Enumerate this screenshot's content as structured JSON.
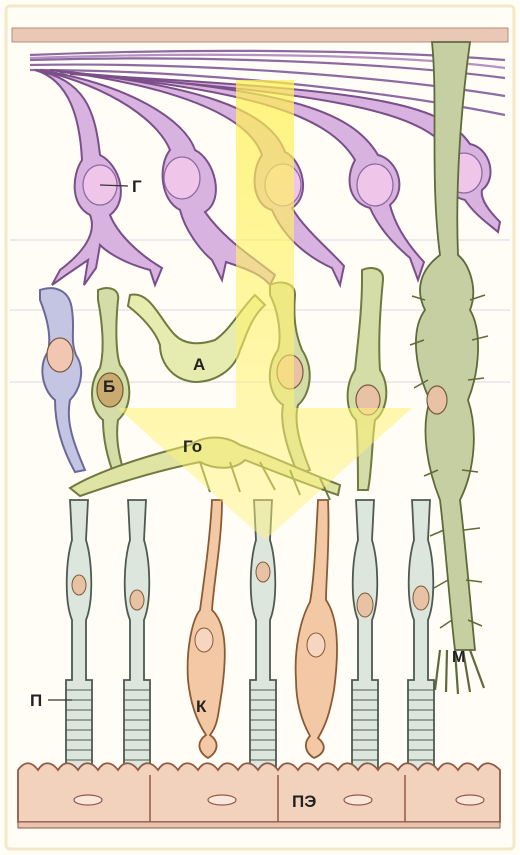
{
  "labels": {
    "ganglion": "Г",
    "amacrine": "А",
    "bipolar": "Б",
    "horizontal": "Го",
    "cone": "К",
    "rod": "П",
    "muller": "М",
    "pigment_epithelium": "ПЭ"
  },
  "colors": {
    "background": "#fffdf5",
    "page_border": "#f5ecd0",
    "top_membrane": "#e8c8b4",
    "ganglion_fill": "#d9b3df",
    "ganglion_stroke": "#7a4f8a",
    "ganglion_nucleus": "#efc6ea",
    "bipolar_fill": "#d4dca8",
    "bipolar_stroke": "#6f7a3e",
    "amacrine_fill": "#e6ebb0",
    "rod_fill": "#dde6dc",
    "rod_stroke": "#4d5a50",
    "cone_fill": "#f2c9a4",
    "cone_stroke": "#8a5a35",
    "muller_fill": "#c6cfa2",
    "pigment_fill": "#f3d2bd",
    "pigment_stroke": "#8f5b45",
    "nucleus": "#f1c7b4",
    "light_arrow": "#fff16a"
  }
}
